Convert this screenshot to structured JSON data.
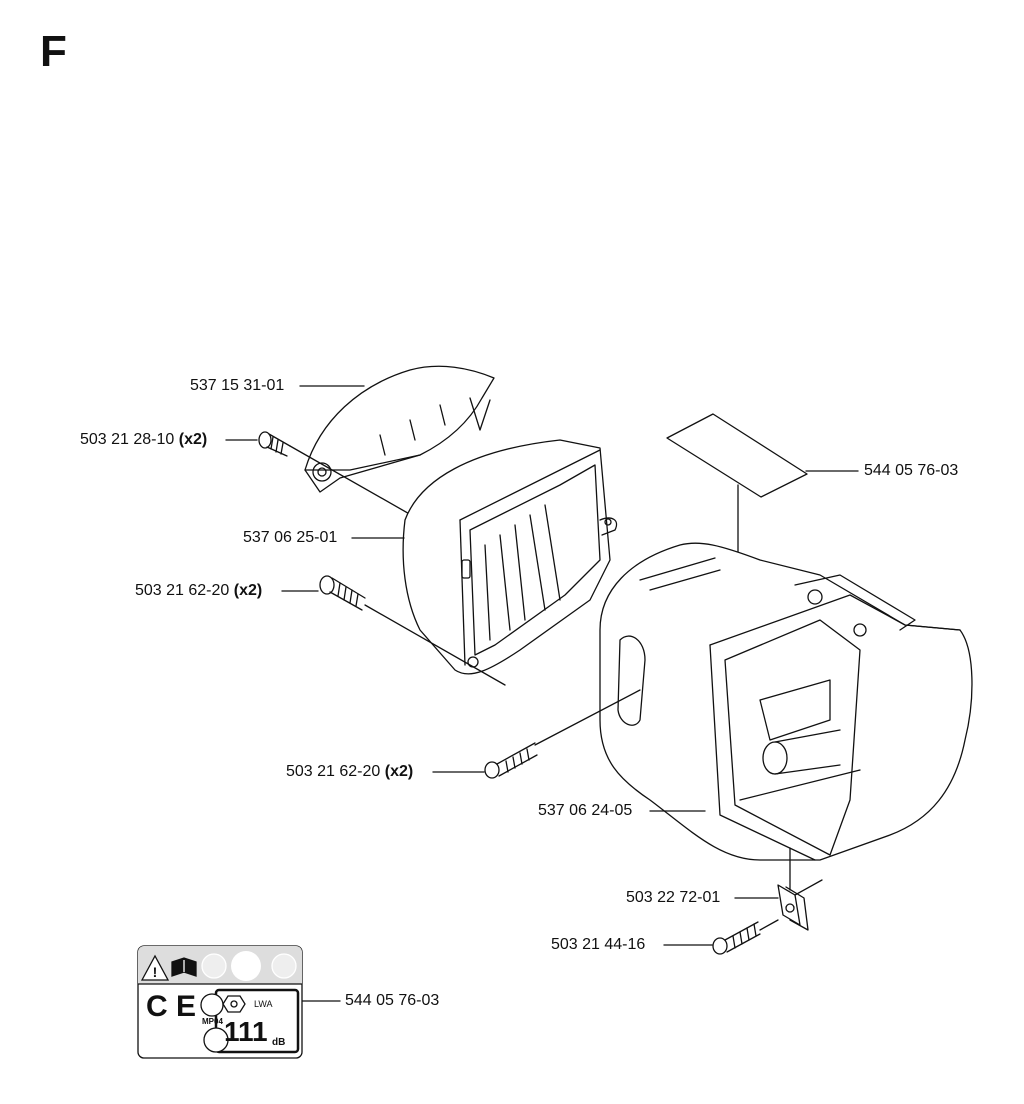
{
  "section": "F",
  "callouts": [
    {
      "id": "cover-top",
      "part": "537 15 31-01",
      "qty": ""
    },
    {
      "id": "screw-top",
      "part": "503 21 28-10",
      "qty": "(x2)"
    },
    {
      "id": "cylinder-cover",
      "part": "537 06 25-01",
      "qty": ""
    },
    {
      "id": "screw-mid",
      "part": "503 21 62-20",
      "qty": "(x2)"
    },
    {
      "id": "label-top",
      "part": "544 05 76-03",
      "qty": ""
    },
    {
      "id": "screw-lower",
      "part": "503 21 62-20",
      "qty": "(x2)"
    },
    {
      "id": "housing",
      "part": "537 06 24-05",
      "qty": ""
    },
    {
      "id": "clip-nut",
      "part": "503 22 72-01",
      "qty": ""
    },
    {
      "id": "screw-bottom",
      "part": "503 21 44-16",
      "qty": ""
    },
    {
      "id": "label-bottom",
      "part": "544 05 76-03",
      "qty": ""
    }
  ],
  "decal": {
    "marking_ce": "C E",
    "marking_mp": "MP04",
    "sound_level": "111",
    "sound_unit": "dB",
    "lwa": "LWA"
  }
}
